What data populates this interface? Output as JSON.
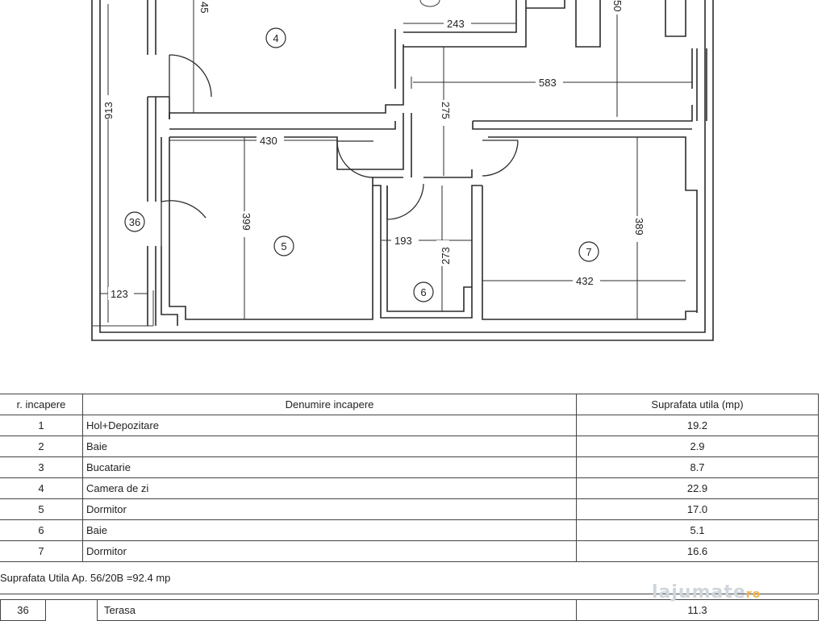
{
  "plan": {
    "rooms": [
      {
        "id": "4",
        "label": "4"
      },
      {
        "id": "5",
        "label": "5"
      },
      {
        "id": "6",
        "label": "6"
      },
      {
        "id": "7",
        "label": "7"
      },
      {
        "id": "36",
        "label": "36"
      }
    ],
    "dimensions": {
      "d243": "243",
      "d583": "583",
      "d913": "913",
      "d430": "430",
      "d275": "275",
      "d399": "399",
      "d389": "389",
      "d193": "193",
      "d273": "273",
      "d432": "432",
      "d123": "123",
      "d45": "45",
      "d50": "50"
    }
  },
  "table": {
    "headers": {
      "num": "r. incapere",
      "name": "Denumire incapere",
      "area": "Suprafata utila (mp)"
    },
    "rows": [
      {
        "num": "1",
        "name": "Hol+Depozitare",
        "area": "19.2"
      },
      {
        "num": "2",
        "name": "Baie",
        "area": "2.9"
      },
      {
        "num": "3",
        "name": "Bucatarie",
        "area": "8.7"
      },
      {
        "num": "4",
        "name": "Camera de zi",
        "area": "22.9"
      },
      {
        "num": "5",
        "name": "Dormitor",
        "area": "17.0"
      },
      {
        "num": "6",
        "name": "Baie",
        "area": "5.1"
      },
      {
        "num": "7",
        "name": "Dormitor",
        "area": "16.6"
      }
    ],
    "summary": "Suprafata Utila Ap. 56/20B =92.4 mp",
    "terrace": {
      "num": "36",
      "name": "Terasa",
      "area": "11.3"
    }
  },
  "watermark": {
    "text": "lajumate",
    "suffix": "ro"
  }
}
